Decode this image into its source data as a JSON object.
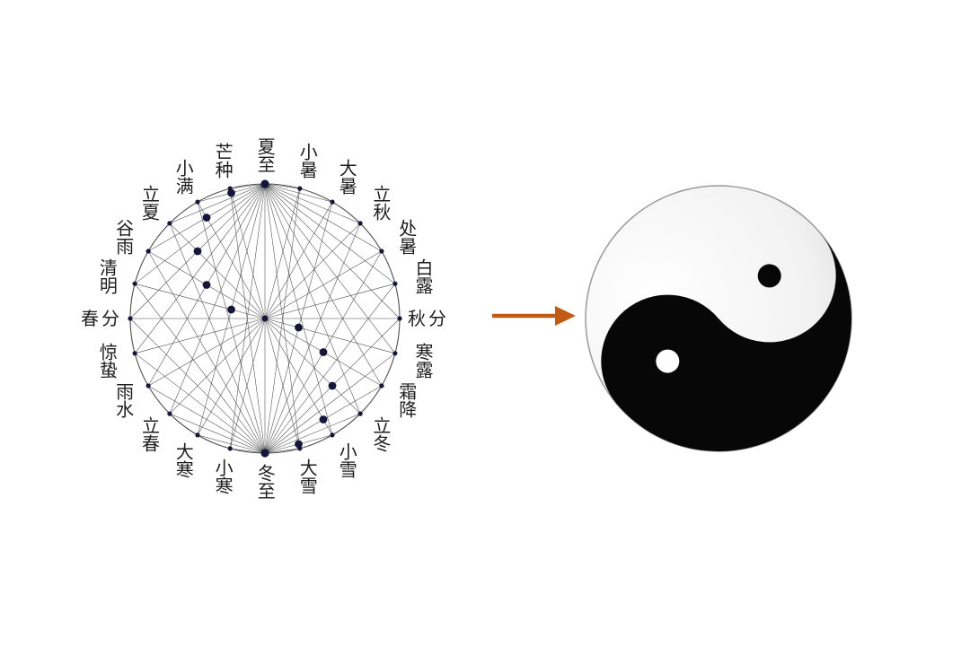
{
  "diagram": {
    "solar_terms": [
      "夏至",
      "小暑",
      "大暑",
      "立秋",
      "处暑",
      "白露",
      "秋分",
      "寒露",
      "霜降",
      "立冬",
      "小雪",
      "大雪",
      "冬至",
      "小寒",
      "大寒",
      "立春",
      "雨水",
      "惊蛰",
      "春分",
      "清明",
      "谷雨",
      "立夏",
      "小满",
      "芒种"
    ],
    "horizontal_term_indices": [
      6,
      18
    ],
    "top_term": "夏至",
    "bottom_term": "冬至",
    "left_term": "春分",
    "right_term": "秋分"
  },
  "arrow": {
    "direction": "right",
    "color": "#c05a15"
  },
  "taiji": {
    "black_color": "#070707",
    "white_color": "#ffffff",
    "rim_color": "#9a9a9a"
  },
  "colors": {
    "background": "#ffffff",
    "circle_stroke": "#4f4f4f",
    "chord_line": "#4a4a4a",
    "dot": "#16163a",
    "label_text": "#1e1e1e"
  }
}
